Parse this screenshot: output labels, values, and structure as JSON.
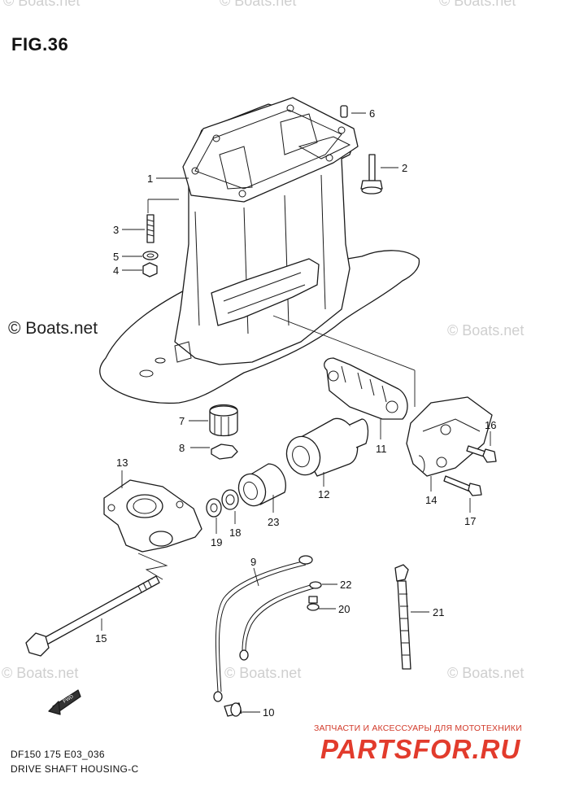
{
  "figure_title": "FIG.36",
  "model_code": "DF150 175 E03_036",
  "section_title": "DRIVE SHAFT HOUSING-C",
  "watermark": "© Boats.net",
  "dealer": {
    "subtitle": "ЗАПЧАСТИ И АКСЕССУАРЫ ДЛЯ МОТОТЕХНИКИ",
    "logo": "PARTSFOR.RU"
  },
  "fwd_label": "FWD",
  "callouts": [
    "1",
    "2",
    "3",
    "4",
    "5",
    "6",
    "7",
    "8",
    "9",
    "10",
    "11",
    "12",
    "13",
    "14",
    "15",
    "16",
    "17",
    "18",
    "19",
    "20",
    "21",
    "22",
    "23"
  ]
}
